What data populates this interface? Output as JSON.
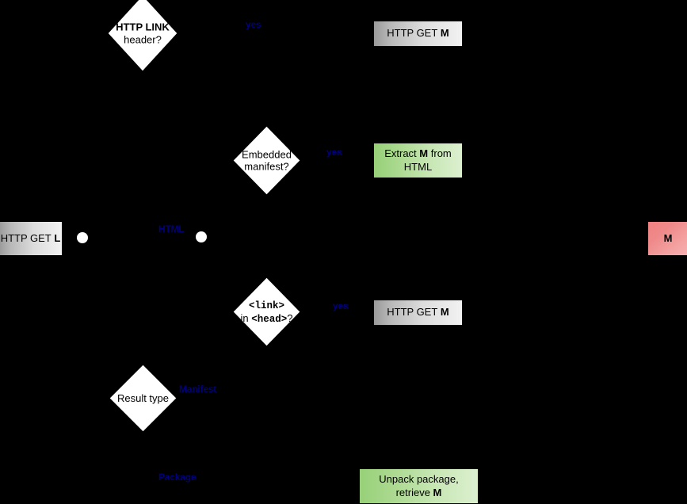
{
  "diagram": {
    "title": "Manifest discovery flowchart",
    "background_color": "#000000",
    "edge_label_color": "#00007a",
    "colors": {
      "gray_box": "#dcdcdc",
      "green_box": "#a9d88d",
      "red_box": "#f08080",
      "diamond_fill": "#ffffff",
      "text": "#000000"
    }
  },
  "nodes": {
    "start_get_l": {
      "label": "HTTP GET L",
      "emphasis": "L",
      "shape": "box",
      "style": "gray"
    },
    "decision_http_link_header": {
      "line1": "HTTP LINK",
      "line2": "header?",
      "shape": "diamond"
    },
    "get_m_top": {
      "label": "HTTP GET M",
      "emphasis": "M",
      "shape": "box",
      "style": "gray"
    },
    "decision_embedded_manifest": {
      "line1": "Embedded",
      "line2": "manifest?",
      "shape": "diamond"
    },
    "extract_m_from_html": {
      "line1_pre": "Extract ",
      "line1_em": "M",
      "line1_post": " from",
      "line2": "HTML",
      "shape": "box",
      "style": "green"
    },
    "decision_link_in_head": {
      "line1": "<link>",
      "line2_pre": "in ",
      "line2_em": "<head>",
      "line2_post": "?",
      "shape": "diamond"
    },
    "get_m_bottom": {
      "label": "HTTP GET M",
      "emphasis": "M",
      "shape": "box",
      "style": "gray"
    },
    "decision_result_type": {
      "line1": "Result type",
      "shape": "diamond"
    },
    "unpack_package": {
      "line1": "Unpack package,",
      "line2_pre": "retrieve ",
      "line2_em": "M",
      "shape": "box",
      "style": "green"
    },
    "manifest_m": {
      "label": "M",
      "shape": "box",
      "style": "red"
    }
  },
  "edge_labels": {
    "yes_top": "yes",
    "yes_embedded": "yes",
    "yes_link": "yes",
    "html": "HTML",
    "manifest": "Manifest",
    "package": "Package"
  },
  "connectors": {
    "dot_after_get_l": "junction-dot",
    "dot_after_html": "junction-dot"
  }
}
